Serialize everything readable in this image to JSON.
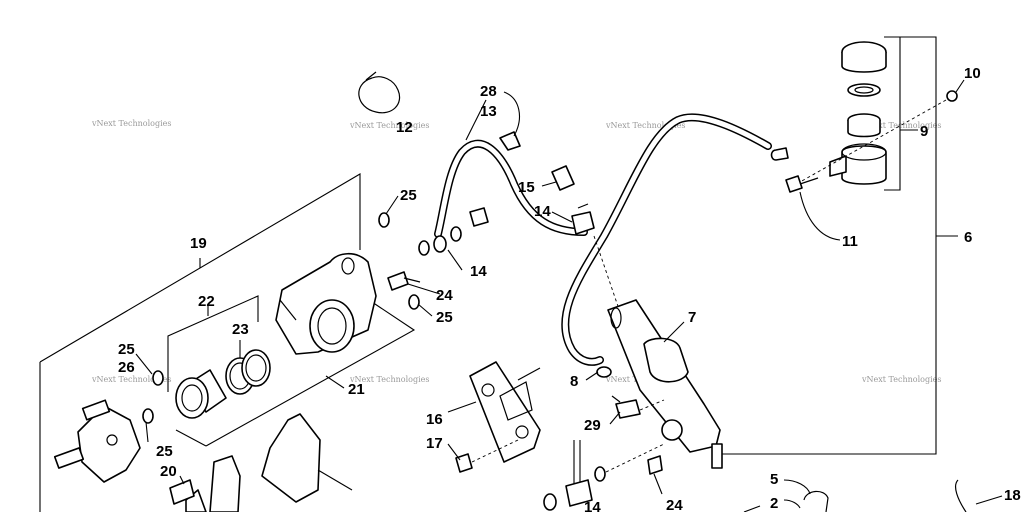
{
  "watermark_text": "vNext Technologies",
  "callouts": {
    "c1": "2",
    "c2": "5",
    "c3": "6",
    "c4": "7",
    "c5": "8",
    "c6": "9",
    "c7": "10",
    "c8": "11",
    "c9": "12",
    "c10": "13",
    "c11": "14",
    "c12": "14",
    "c13": "14",
    "c14": "15",
    "c15": "16",
    "c16": "17",
    "c17": "18",
    "c18": "19",
    "c19": "20",
    "c20": "21",
    "c21": "22",
    "c22": "23",
    "c23": "24",
    "c24": "24",
    "c25": "25",
    "c26": "25",
    "c27": "25",
    "c28": "25",
    "c29": "26",
    "c30": "28",
    "c31": "29"
  }
}
